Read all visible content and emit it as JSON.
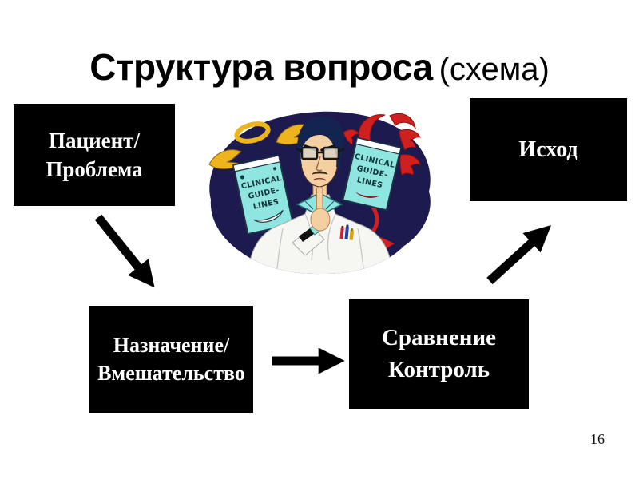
{
  "slide": {
    "title": "Структура вопроса",
    "title_suffix": "(схема)",
    "page_number": "16",
    "background_color": "#ffffff",
    "box_color": "#000000",
    "box_text_color": "#ffffff",
    "arrow_color": "#000000"
  },
  "boxes": {
    "patient": {
      "line1": "Пациент/",
      "line2": "Проблема"
    },
    "intervention": {
      "line1": "Назначение/",
      "line2": "Вмешательство"
    },
    "comparison": {
      "line1": "Сравнение",
      "line2": "Контроль"
    },
    "outcome": {
      "line1": "Исход"
    }
  },
  "connections": [
    {
      "from": "patient",
      "to": "intervention"
    },
    {
      "from": "intervention",
      "to": "comparison"
    },
    {
      "from": "comparison",
      "to": "outcome"
    }
  ],
  "illustration": {
    "subject": "doctor choosing between angel and devil clinical guidelines books",
    "angel_book": {
      "line1": "CLINICAL",
      "line2": "GUIDE-",
      "line3": "LINES"
    },
    "devil_book": {
      "line1": "CLINICAL",
      "line2": "GUIDE-",
      "line3": "LINES"
    },
    "colors": {
      "backdrop_navy": "#1c1a4e",
      "book_cyan": "#8fe5df",
      "angel_gold": "#edb41c",
      "devil_red": "#cf1f1f",
      "coat_white": "#f6f6f3",
      "skin": "#f3cfa2",
      "hair_navy": "#142450"
    }
  }
}
